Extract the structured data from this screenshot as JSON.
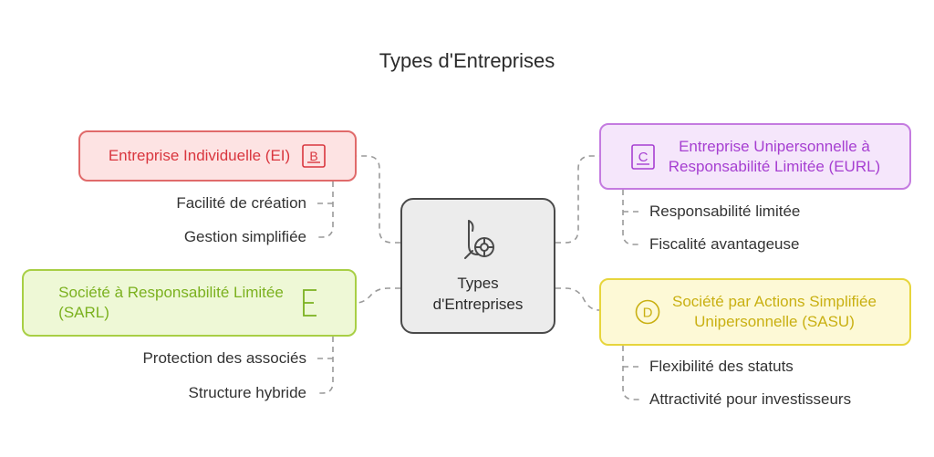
{
  "title": "Types d'Entreprises",
  "center": {
    "label_line1": "Types",
    "label_line2": "d'Entreprises",
    "icon": "tools-icon"
  },
  "branches": [
    {
      "id": "ei",
      "title": "Entreprise Individuelle (EI)",
      "icon": "letter-b-square-icon",
      "icon_letter": "B",
      "color": "#d9363e",
      "items": [
        "Facilité de création",
        "Gestion simplifiée"
      ]
    },
    {
      "id": "sarl",
      "title_line1": "Société à Responsabilité Limitée",
      "title_line2": "(SARL)",
      "icon": "letter-e-icon",
      "icon_letter": "E",
      "color": "#7bb11f",
      "items": [
        "Protection des associés",
        "Structure hybride"
      ]
    },
    {
      "id": "eurl",
      "title_line1": "Entreprise Unipersonnelle à",
      "title_line2": "Responsabilité Limitée (EURL)",
      "icon": "letter-c-square-icon",
      "icon_letter": "C",
      "color": "#a63fd1",
      "items": [
        "Responsabilité limitée",
        "Fiscalité avantageuse"
      ]
    },
    {
      "id": "sasu",
      "title_line1": "Société par Actions Simplifiée",
      "title_line2": "Unipersonnelle (SASU)",
      "icon": "letter-d-circle-icon",
      "icon_letter": "D",
      "color": "#c9b012",
      "items": [
        "Flexibilité des statuts",
        "Attractivité pour investisseurs"
      ]
    }
  ]
}
